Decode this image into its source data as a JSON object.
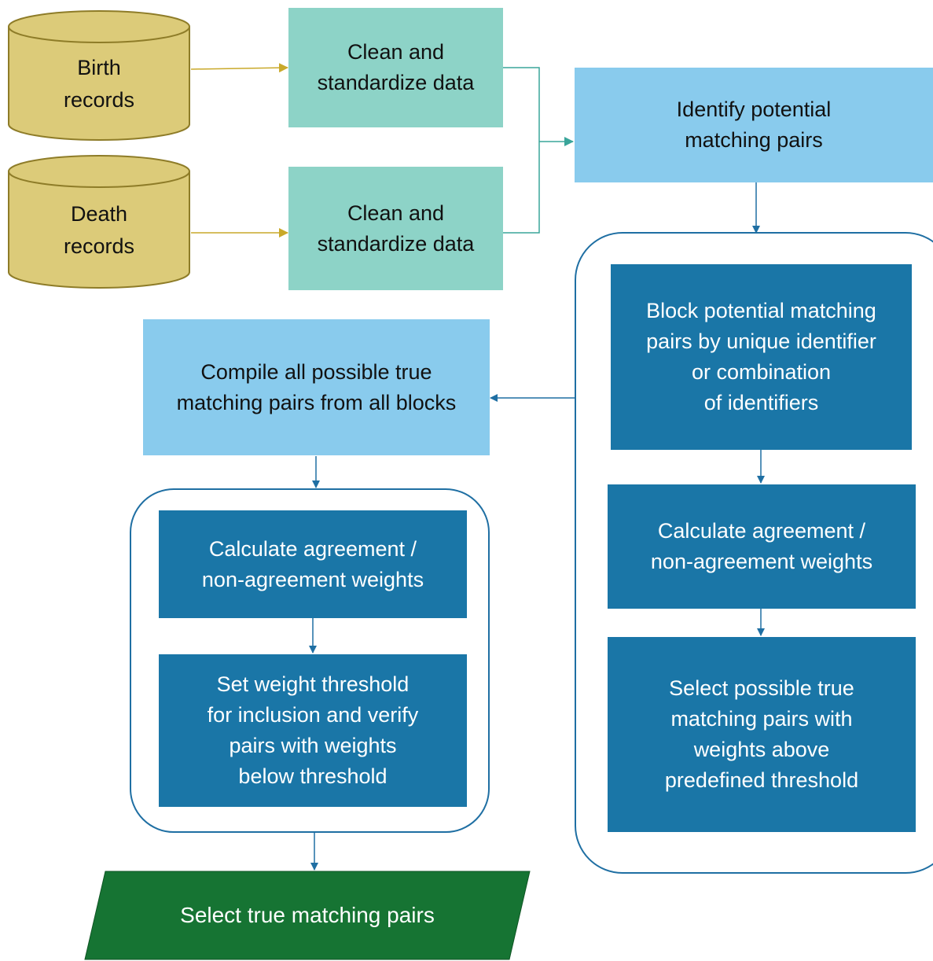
{
  "databases": [
    {
      "id": "birth",
      "label": "Birth\nrecords"
    },
    {
      "id": "death",
      "label": "Death\nrecords"
    }
  ],
  "clean_boxes": [
    {
      "label": "Clean and\nstandardize data"
    },
    {
      "label": "Clean and\nstandardize data"
    }
  ],
  "identify": {
    "label": "Identify potential\nmatching pairs"
  },
  "right_group": {
    "block": "Block potential matching\npairs by unique identifier\nor combination\nof identifiers",
    "calc": "Calculate agreement /\nnon-agreement weights",
    "select": "Select possible true\nmatching pairs with\nweights above\npredefined threshold"
  },
  "compile": {
    "label": "Compile all possible true\nmatching pairs from all blocks"
  },
  "left_group": {
    "calc": "Calculate agreement /\nnon-agreement weights",
    "threshold": "Set weight threshold\nfor inclusion and verify\npairs with weights\nbelow threshold"
  },
  "final": {
    "label": "Select true matching pairs"
  },
  "colors": {
    "database_fill": "#dccb79",
    "database_stroke": "#8e7c28",
    "teal": "#8dd3c7",
    "light_blue": "#89cbed",
    "dark_blue": "#1a76a7",
    "green": "#167433",
    "arrow_blue": "#1f6fa3",
    "arrow_gold": "#c9a92a",
    "arrow_teal": "#3aa59a"
  }
}
